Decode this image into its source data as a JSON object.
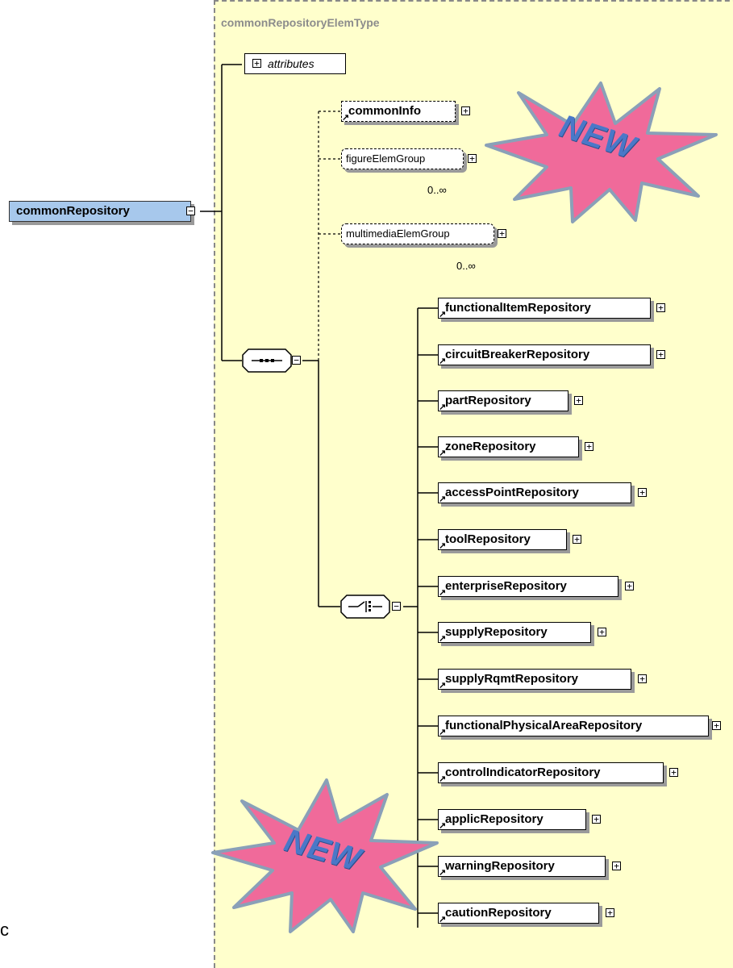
{
  "diagram": {
    "type_name": "commonRepositoryElemType",
    "root_element": "commonRepository",
    "attributes_label": "attributes",
    "sequence_items": [
      {
        "name": "commonInfo",
        "style": "optional-element"
      },
      {
        "name": "figureElemGroup",
        "style": "optional-group",
        "occurs": "0..∞"
      },
      {
        "name": "multimediaElemGroup",
        "style": "optional-group",
        "occurs": "0..∞"
      }
    ],
    "choice_items": [
      "functionalItemRepository",
      "circuitBreakerRepository",
      "partRepository",
      "zoneRepository",
      "accessPointRepository",
      "toolRepository",
      "enterpriseRepository",
      "supplyRepository",
      "supplyRqmtRepository",
      "functionalPhysicalAreaRepository",
      "controlIndicatorRepository",
      "applicRepository",
      "warningRepository",
      "cautionRepository"
    ],
    "expand_symbol": "+",
    "collapse_symbol": "−",
    "ref_arrow": "↗"
  },
  "badges": {
    "new_top": "NEW",
    "new_bottom": "NEW"
  },
  "stray_text": "c",
  "colors": {
    "type_panel": "#ffffcc",
    "root_fill": "#a7c8ec",
    "badge_fill": "#f06a9a",
    "badge_text": "#4a78c8"
  }
}
